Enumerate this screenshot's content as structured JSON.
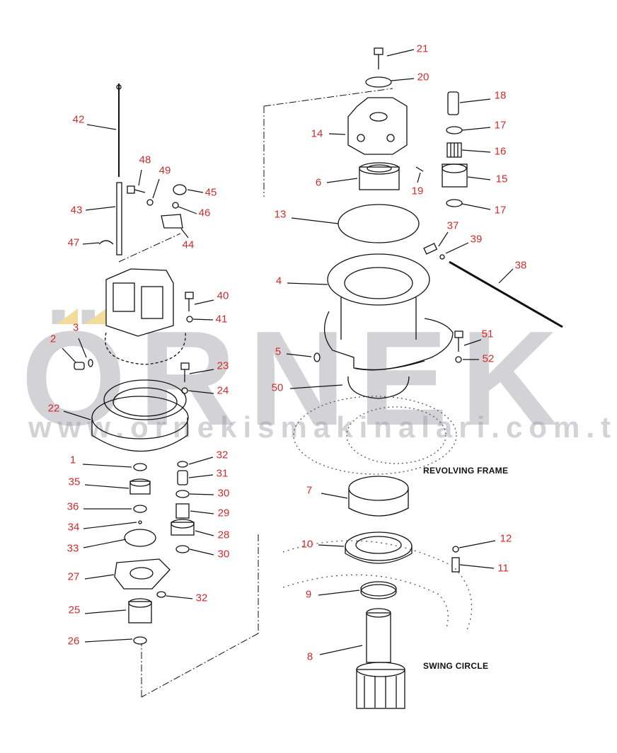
{
  "callouts": [
    "21",
    "20",
    "18",
    "17",
    "16",
    "14",
    "15",
    "6",
    "19",
    "17",
    "13",
    "37",
    "39",
    "38",
    "4",
    "42",
    "48",
    "49",
    "45",
    "46",
    "43",
    "47",
    "44",
    "40",
    "41",
    "3",
    "2",
    "5",
    "51",
    "52",
    "23",
    "50",
    "24",
    "22",
    "1",
    "32",
    "31",
    "35",
    "30",
    "7",
    "36",
    "29",
    "34",
    "28",
    "33",
    "30",
    "10",
    "12",
    "11",
    "27",
    "9",
    "32",
    "25",
    "26",
    "8"
  ],
  "references": {
    "revolving_frame": "REVOLVING FRAME",
    "swing_circle": "SWING CIRCLE"
  },
  "watermark": {
    "brand": "ÖRNEK",
    "url": "www.ornekismakinalari.com.tr"
  },
  "colors": {
    "callout": "#d42a2a",
    "watermark": "#9696a0",
    "accent": "#f0d890"
  }
}
